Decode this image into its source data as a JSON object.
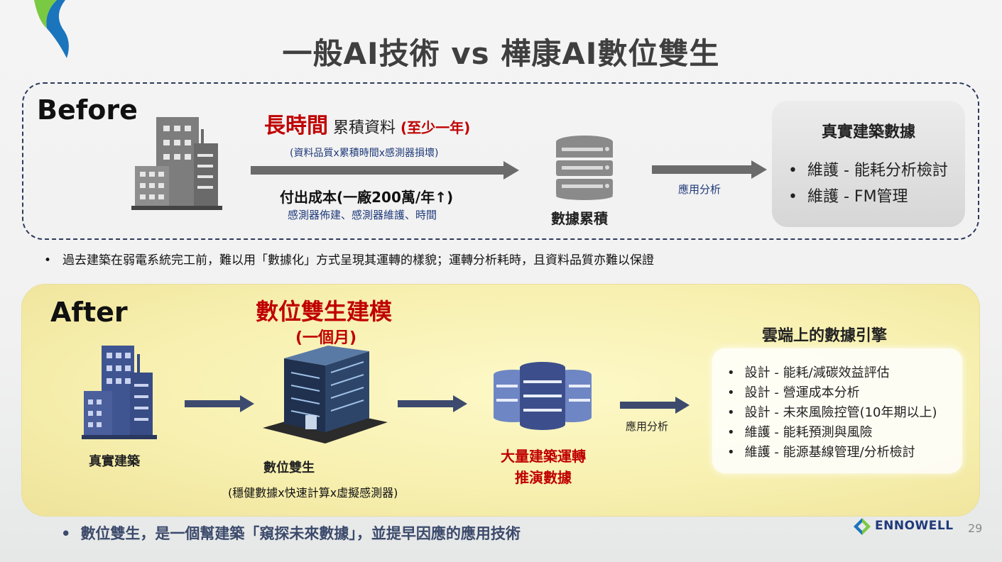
{
  "title": "一般AI技術 vs 樺康AI數位雙生",
  "before": {
    "label": "Before",
    "head_red": "長時間",
    "head_text": "累積資料",
    "head_paren": "(至少一年)",
    "sub": "(資料品質x累積時間x感測器損壞)",
    "cost": "付出成本(一廠200萬/年↑)",
    "cost_detail": "感測器佈建、感測器維護、時間",
    "accum_label": "數據累積",
    "apply_label": "應用分析",
    "result_title": "真實建築數據",
    "result_items": [
      "維護 - 能耗分析檢討",
      "維護 - FM管理"
    ]
  },
  "bullet_before": "過去建築在弱電系統完工前，難以用「數據化」方式呈現其運轉的樣貌；運轉分析耗時，且資料品質亦難以保證",
  "after": {
    "label": "After",
    "twin_head": "數位雙生建模",
    "twin_sub": "(一個月)",
    "real_building_label": "真實建築",
    "twin_label": "數位雙生",
    "twin_note": "(穩健數據x快速計算x虛擬感測器)",
    "mass_line1": "大量建築運轉",
    "mass_line2": "推演數據",
    "apply_label": "應用分析",
    "cloud_title": "雲端上的數據引擎",
    "cloud_items": [
      "設計 - 能耗/減碳效益評估",
      "設計 - 營運成本分析",
      "設計 - 未來風險控管(10年期以上)",
      "維護 - 能耗預測與風險",
      "維護 - 能源基線管理/分析檢討"
    ]
  },
  "bullet_after": "數位雙生，是一個幫建築「窺探未來數據」，並提早因應的應用技術",
  "brand": "ENNOWELL",
  "page_number": "29",
  "colors": {
    "accent_red": "#c00000",
    "navy": "#1f3a7a",
    "logo_green": "#7ac943",
    "logo_blue": "#1b75bc"
  }
}
